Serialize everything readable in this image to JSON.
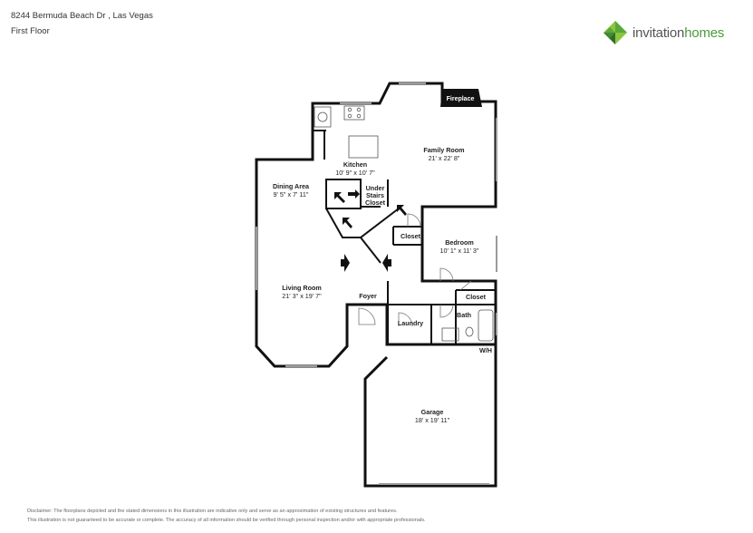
{
  "header": {
    "address": "8244 Bermuda Beach Dr , Las Vegas",
    "floor": "First Floor"
  },
  "logo": {
    "word1": "invitation",
    "word2": "homes",
    "brand_green": "#4a9a3a",
    "brand_dark_green": "#2f6e2a",
    "brand_light_green": "#8cc63f"
  },
  "rooms": {
    "family_room": {
      "name": "Family Room",
      "dims": "21' x 22' 8\""
    },
    "kitchen": {
      "name": "Kitchen",
      "dims": "10' 9\" x 10' 7\""
    },
    "dining_area": {
      "name": "Dining Area",
      "dims": "9' 5\" x 7' 11\""
    },
    "under_stairs": {
      "line1": "Under",
      "line2": "Stairs",
      "line3": "Closet"
    },
    "closet_1": "Closet",
    "bedroom": {
      "name": "Bedroom",
      "dims": "10' 1\" x 11' 3\""
    },
    "closet_2": "Closet",
    "living_room": {
      "name": "Living Room",
      "dims": "21' 3\" x 19' 7\""
    },
    "foyer": "Foyer",
    "laundry": "Laundry",
    "bath": "Bath",
    "wh": "W/H",
    "garage": {
      "name": "Garage",
      "dims": "18' x 19' 11\""
    },
    "fireplace": "Fireplace"
  },
  "disclaimer": {
    "line1": "Disclaimer: The floorplans depicted and the stated dimensions in this illustration are indicative only and serve as an approximation of existing structures and features.",
    "line2": "This illustration is not guaranteed to be accurate or complete. The accuracy of all information should be verified through personal inspection and/or with appropriate professionals."
  },
  "colors": {
    "wall": "#111111",
    "window": "#9a9a9a"
  }
}
